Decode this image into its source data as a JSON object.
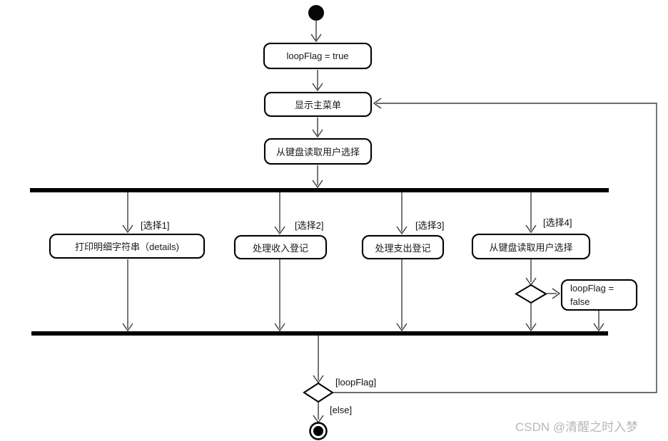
{
  "diagram": {
    "type": "uml-activity-diagram",
    "nodes": {
      "init_action": "loopFlag = true",
      "show_menu": "显示主菜单",
      "read_choice": "从键盘读取用户选择",
      "branch1": "打印明细字符串（details)",
      "branch2": "处理收入登记",
      "branch3": "处理支出登记",
      "branch4": "从键盘读取用户选择",
      "set_false": "loopFlag =\nfalse"
    },
    "edge_labels": {
      "choice1": "[选择1]",
      "choice2": "[选择2]",
      "choice3": "[选择3]",
      "choice4": "[选择4]",
      "loop_flag": "[loopFlag]",
      "else": "[else]"
    },
    "colors": {
      "line": "#3d3d3d",
      "node_border": "#000000",
      "node_fill": "#ffffff",
      "bar": "#000000",
      "watermark": "#b8b8b8"
    }
  },
  "watermark": {
    "text": "CSDN @清醒之时入梦"
  }
}
